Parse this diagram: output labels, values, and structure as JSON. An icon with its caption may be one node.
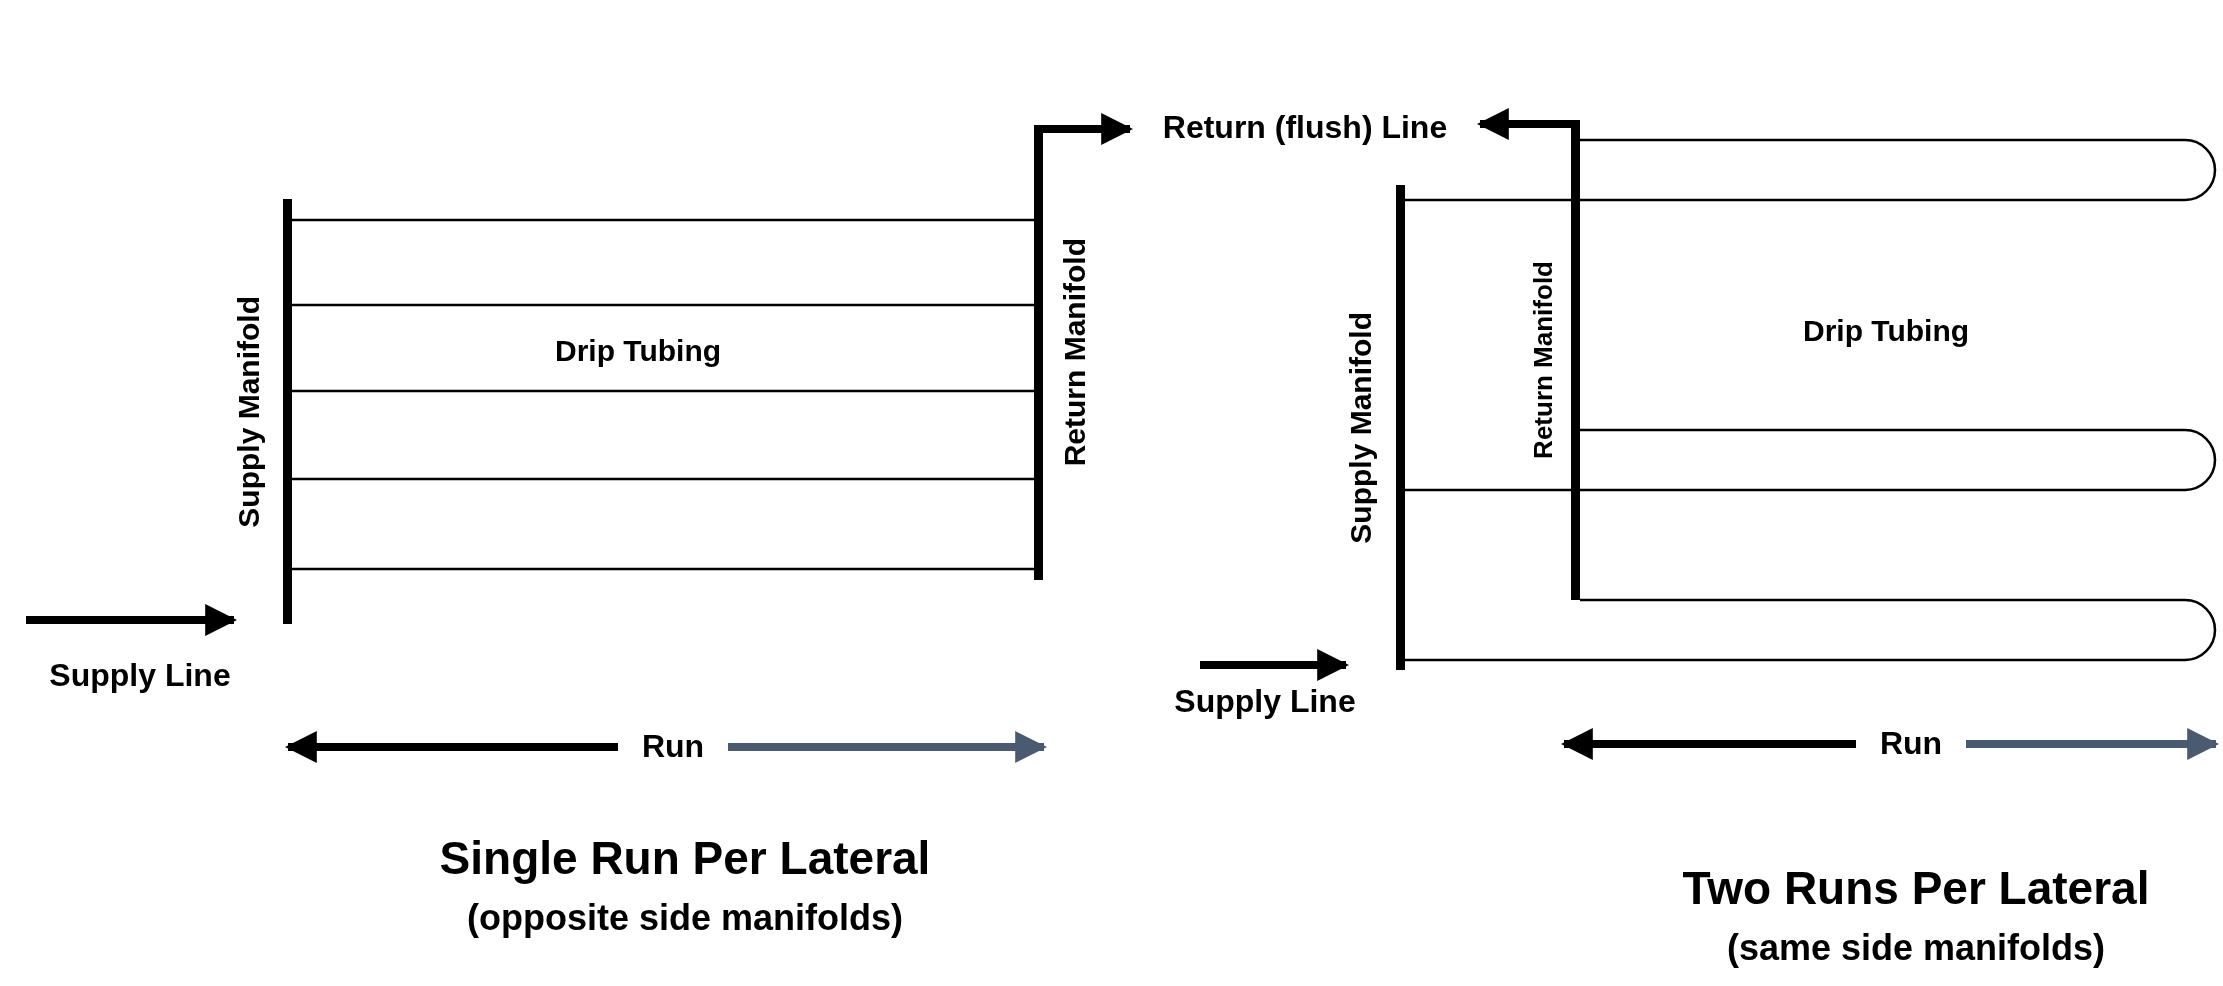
{
  "diagram": {
    "nodes": [
      {
        "text": [
          "Supply Manifold"
        ]
      },
      {
        "text": [
          "Return Manifold"
        ]
      },
      {
        "text": [
          "Return (flush) Line"
        ]
      },
      {
        "text": [
          "Return Manifold"
        ]
      },
      {
        "text": [
          "Supply Manifold"
        ]
      }
    ],
    "edges": [
      {
        "from": null,
        "to": 0,
        "arrow": "to",
        "label": "Supply Line",
        "style": "thick"
      },
      {
        "from": 0,
        "to": 1,
        "arrow": "none"
      },
      {
        "from": 0,
        "to": 1,
        "arrow": "none"
      },
      {
        "from": 0,
        "to": 1,
        "arrow": "none"
      },
      {
        "from": 0,
        "to": 1,
        "arrow": "none"
      },
      {
        "from": 0,
        "to": 1,
        "arrow": "none"
      },
      {
        "from": 1,
        "to": 2,
        "arrow": "to",
        "style": "thick"
      },
      {
        "from": 3,
        "to": 2,
        "arrow": "to",
        "style": "thick"
      },
      {
        "from": 4,
        "to": 3,
        "arrow": "none"
      },
      {
        "from": 4,
        "to": 3,
        "arrow": "none"
      },
      {
        "from": 4,
        "to": 3,
        "arrow": "none"
      },
      {
        "from": null,
        "to": 4,
        "arrow": "to",
        "label": "Supply Line",
        "style": "thick"
      }
    ],
    "labels": [
      "Drip Tubing",
      "Run",
      "Single Run Per Lateral",
      "(opposite side manifolds)",
      "Drip Tubing",
      "Run",
      "Two Runs Per Lateral",
      "(same side manifolds)"
    ]
  }
}
